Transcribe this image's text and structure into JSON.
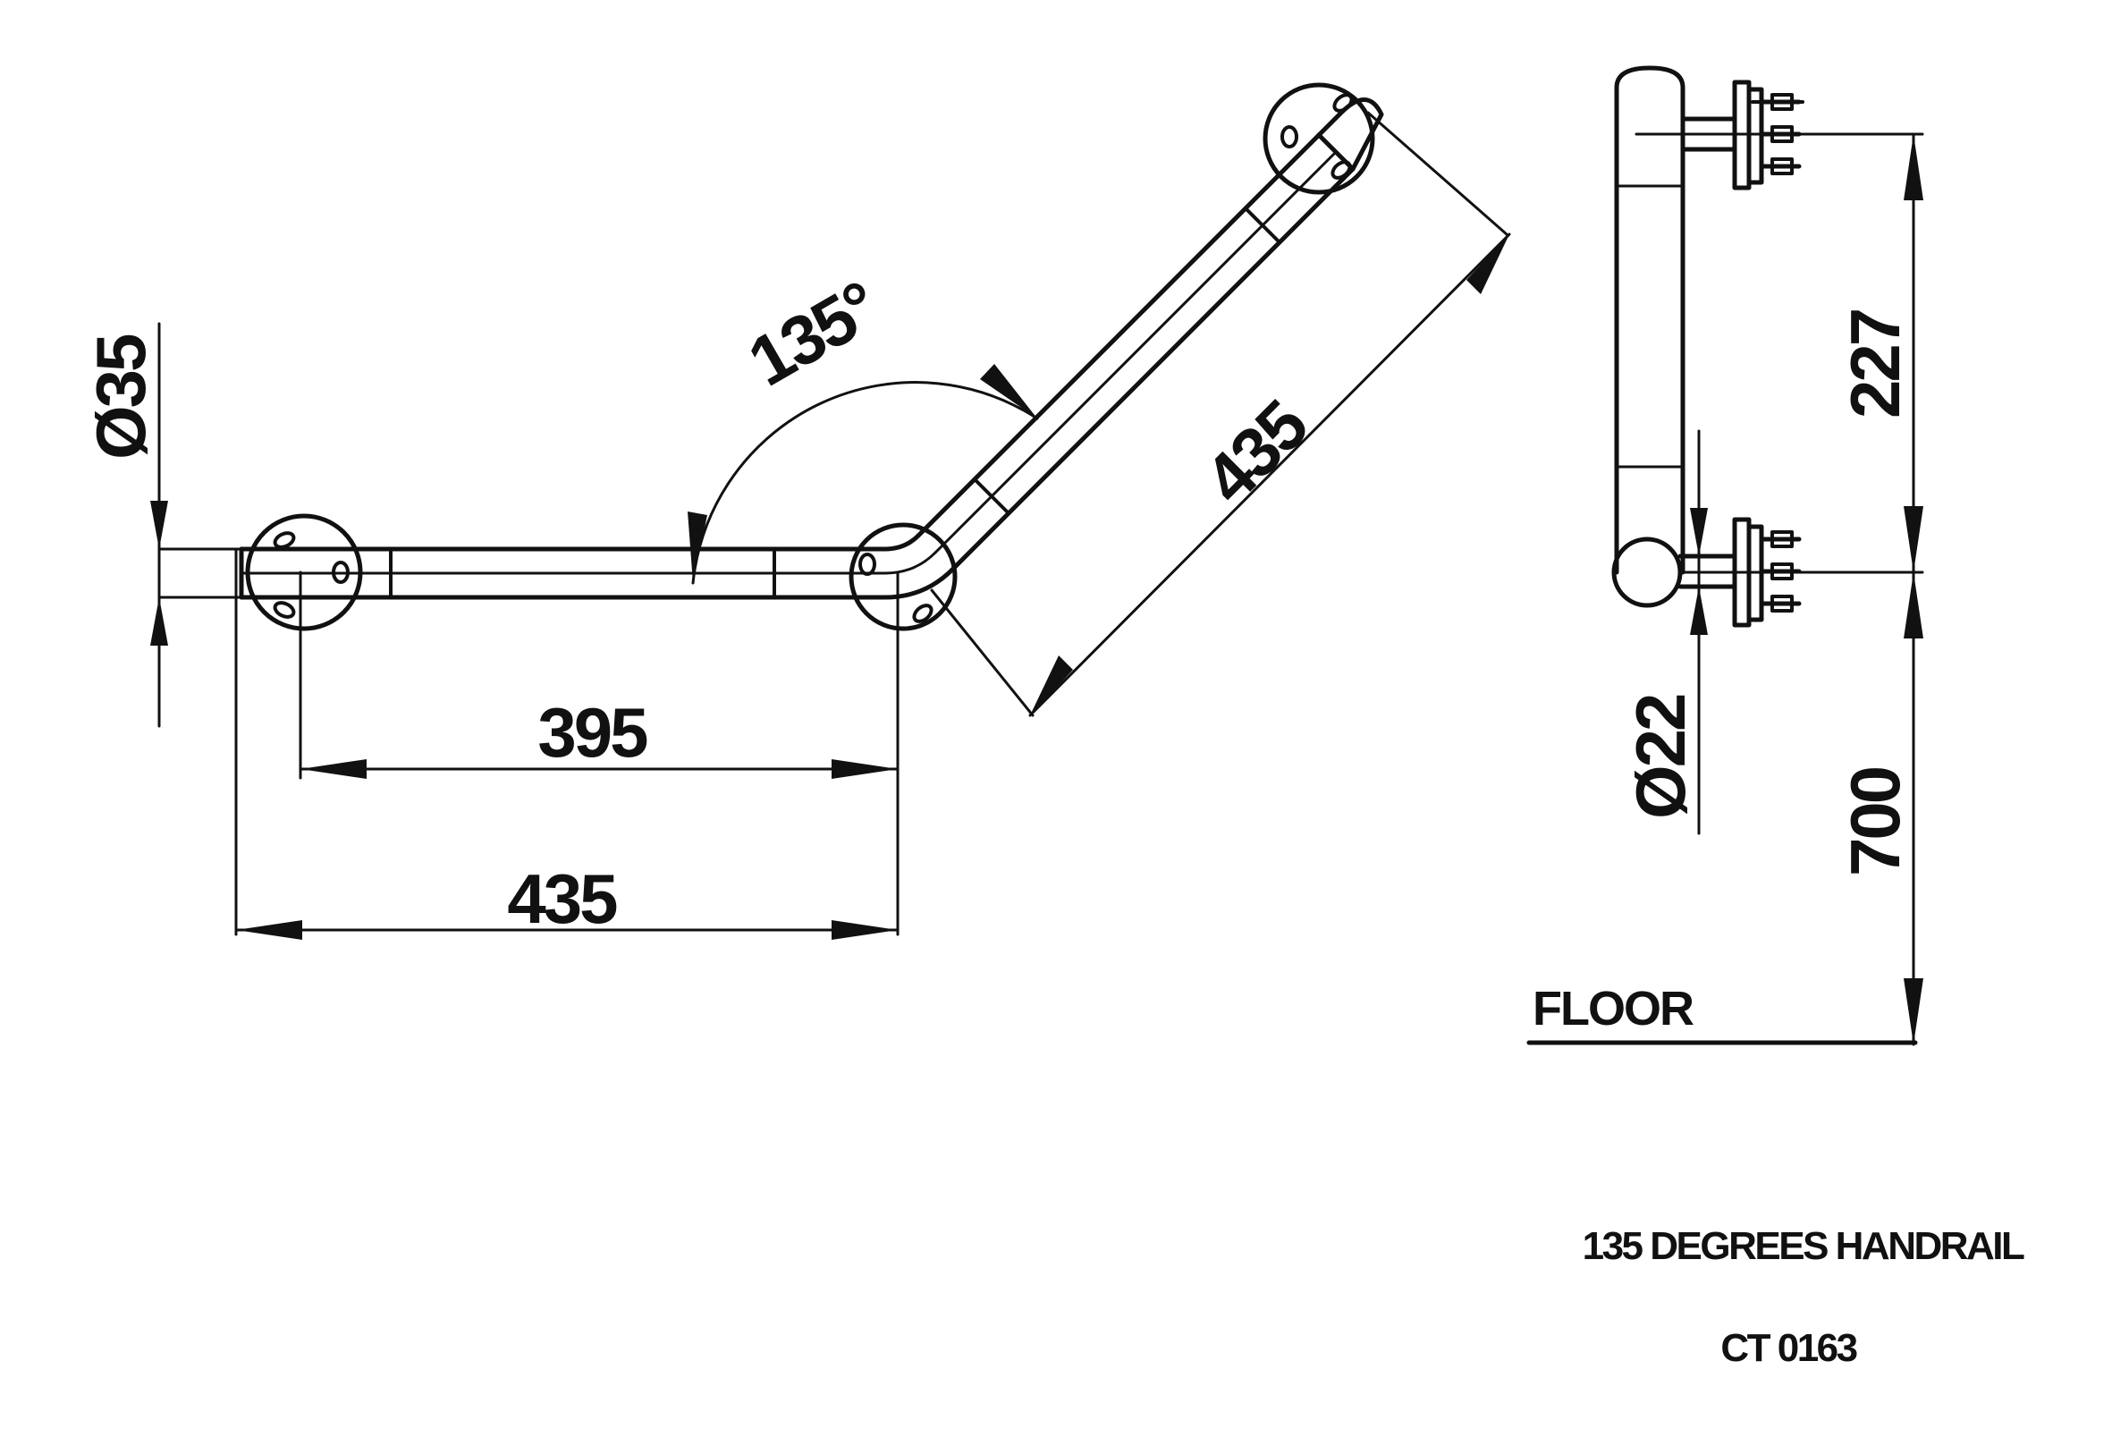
{
  "drawing": {
    "dimensions": {
      "diameter_rail": "Ø35",
      "angle": "135°",
      "diagonal_length": "435",
      "inner_length": "395",
      "overall_length": "435",
      "vertical_spacing": "227",
      "diameter_bracket": "Ø22",
      "height_from_floor": "700"
    },
    "floor_label": "FLOOR",
    "title": "135 DEGREES HANDRAIL",
    "product_code": "CT 0163"
  }
}
